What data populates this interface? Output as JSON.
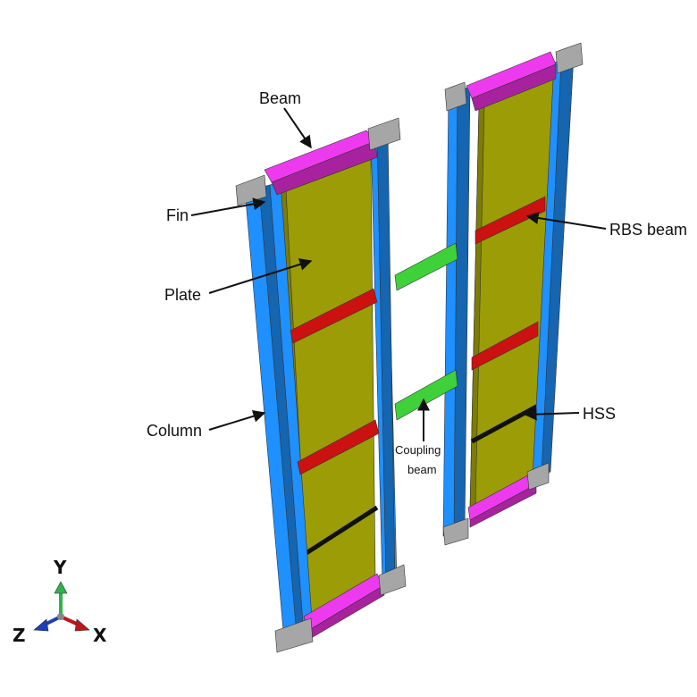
{
  "labels": {
    "beam": "Beam",
    "fin": "Fin",
    "plate": "Plate",
    "column": "Column",
    "coupling_line1": "Coupling",
    "coupling_line2": "beam",
    "rbs_beam": "RBS beam",
    "hss": "HSS"
  },
  "axes": {
    "y": "Y",
    "z": "Z",
    "x": "X"
  },
  "colors": {
    "column": "#1e90ff",
    "column_dark": "#1565b0",
    "plate": "#9c9c06",
    "plate_dark": "#7d7d05",
    "beam": "#ee3aee",
    "beam_dark": "#a8229f",
    "rbs_beam": "#cc1111",
    "coupling_beam": "#3ed13a",
    "fin": "#a6a6a6",
    "hss": "#111111",
    "axis_y": "#2db34a",
    "axis_x": "#c0161b",
    "axis_z": "#1c3fb5"
  }
}
